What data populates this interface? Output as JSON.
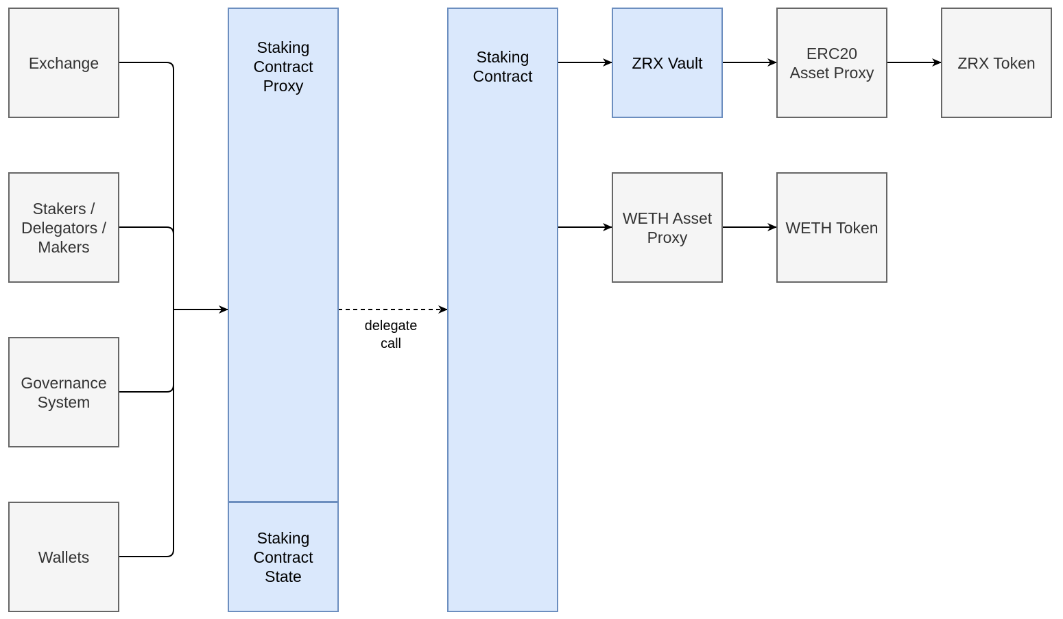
{
  "nodes": {
    "exchange": "Exchange",
    "stakers": "Stakers /\nDelegators /\nMakers",
    "governance": "Governance\nSystem",
    "wallets": "Wallets",
    "proxy": "Staking\nContract\nProxy",
    "state": "Staking\nContract\nState",
    "contract": "Staking\nContract",
    "zrx_vault": "ZRX Vault",
    "erc20_proxy": "ERC20\nAsset Proxy",
    "zrx_token": "ZRX Token",
    "weth_proxy": "WETH Asset\nProxy",
    "weth_token": "WETH Token"
  },
  "edge_labels": {
    "delegate": "delegate\ncall"
  },
  "colors": {
    "grey_fill": "#f5f5f5",
    "grey_stroke": "#666666",
    "blue_fill": "#dae8fc",
    "blue_stroke": "#6c8ebf"
  }
}
